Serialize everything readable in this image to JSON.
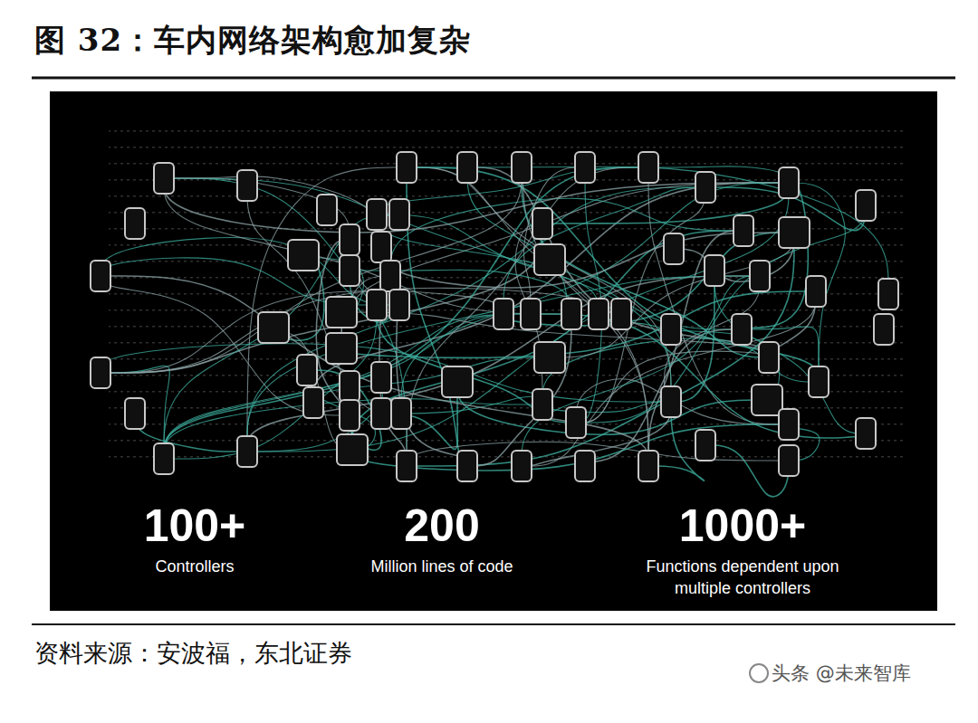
{
  "diagram": {
    "title": "图 32：车内网络架构愈加复杂",
    "labels": [
      "100+",
      "Controllers",
      "200",
      "Million lines of code",
      "1000+",
      "Functions dependent upon multiple controllers",
      "资料来源：安波福，东北证券",
      "头条 @未来智库"
    ]
  }
}
